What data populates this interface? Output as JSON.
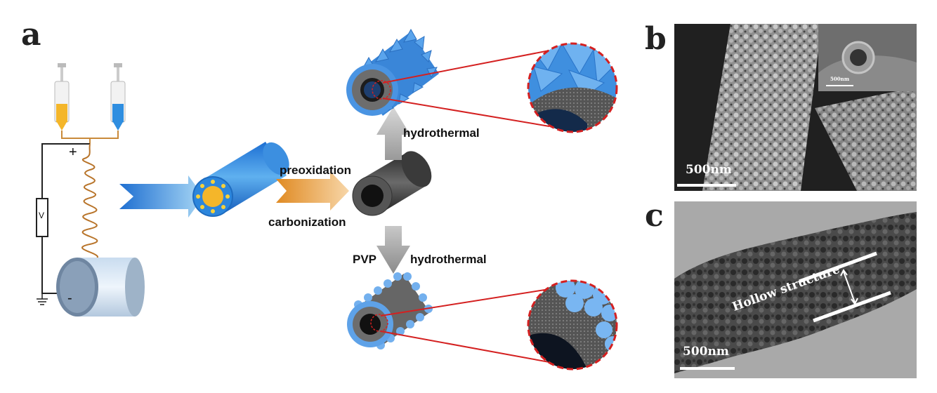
{
  "panels": {
    "a": "a",
    "b": "b",
    "c": "c"
  },
  "process": {
    "preoxidation": "preoxidation",
    "carbonization": "carbonization",
    "hydrothermal_top": "hydrothermal",
    "pvp": "PVP",
    "hydrothermal_bottom": "hydrothermal"
  },
  "circuit": {
    "plus": "+",
    "minus": "-",
    "voltage": "V"
  },
  "sem": {
    "scale": "500nm",
    "inset_scale": "500nm"
  },
  "tem": {
    "scale": "500nm",
    "annotation": "Hollow structure"
  },
  "colors": {
    "blue": "#3a8fd9",
    "orange": "#f0b21c",
    "red": "#d42020",
    "copper": "#b8742a"
  }
}
